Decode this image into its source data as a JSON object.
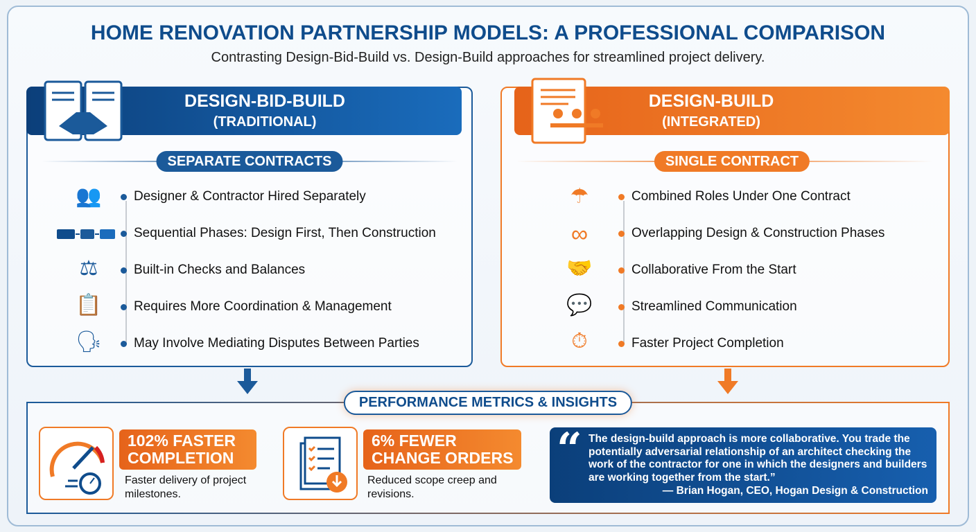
{
  "title": "HOME RENOVATION PARTNERSHIP MODELS: A PROFESSIONAL COMPARISON",
  "subtitle": "Contrasting Design-Bid-Build vs. Design-Build approaches for streamlined project delivery.",
  "colors": {
    "blue": "#1b5a9a",
    "dark_blue": "#0f4c8c",
    "orange": "#f07a26"
  },
  "left": {
    "title": "DESIGN-BID-BUILD",
    "subtitle": "(TRADITIONAL)",
    "header_icon": "handshake-contract-icon",
    "pill": "SEPARATE CONTRACTS",
    "items": [
      {
        "text": "Designer & Contractor Hired Separately",
        "icon": "two-people-question-icon"
      },
      {
        "text": "Sequential Phases: Design First, Then Construction",
        "icon": "sequential-steps-icon"
      },
      {
        "text": "Built-in Checks and Balances",
        "icon": "scales-icon"
      },
      {
        "text": "Requires More Coordination & Management",
        "icon": "clipboard-manager-icon"
      },
      {
        "text": "May Involve Mediating Disputes Between Parties",
        "icon": "people-dispute-icon"
      }
    ]
  },
  "right": {
    "title": "DESIGN-BUILD",
    "subtitle": "(INTEGRATED)",
    "header_icon": "team-meeting-contract-icon",
    "pill": "SINGLE CONTRACT",
    "items": [
      {
        "text": "Combined Roles Under One Contract",
        "icon": "umbrella-team-icon"
      },
      {
        "text": "Overlapping Design & Construction Phases",
        "icon": "infinity-loop-icon"
      },
      {
        "text": "Collaborative From the Start",
        "icon": "handshake-blueprint-icon"
      },
      {
        "text": "Streamlined Communication",
        "icon": "chat-arrow-icon"
      },
      {
        "text": "Faster Project Completion",
        "icon": "stopwatch-icon"
      }
    ]
  },
  "metrics": {
    "title": "PERFORMANCE METRICS & INSIGHTS",
    "cards": [
      {
        "line1": "102% FASTER",
        "line2": "COMPLETION",
        "desc": "Faster delivery of project milestones.",
        "icon": "speedometer-stopwatch-icon"
      },
      {
        "line1": "6% FEWER",
        "line2": "CHANGE ORDERS",
        "desc": "Reduced scope creep and revisions.",
        "icon": "checklist-download-icon"
      }
    ],
    "quote": {
      "text": "The design-build approach is more collaborative. You trade the potentially adversarial relationship of an architect checking the work of the contractor for one in which the designers and builders are working together from the start.”",
      "attribution": "— Brian Hogan, CEO, Hogan Design & Construction"
    }
  }
}
